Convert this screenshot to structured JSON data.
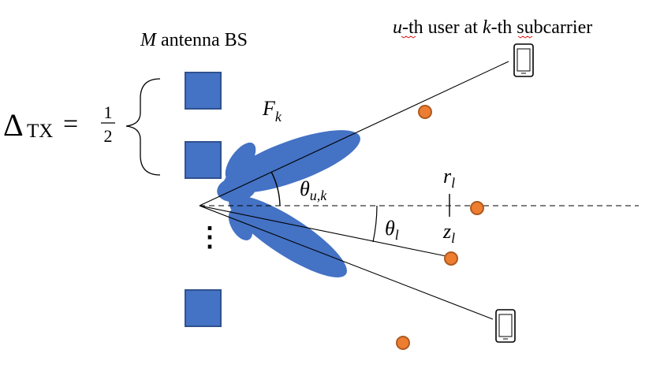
{
  "labels": {
    "bs": "M antenna BS",
    "bs_var": "M",
    "bs_rest": " antenna BS",
    "user_u": "u",
    "user_mid": "-th user at ",
    "user_k": "k",
    "user_end": "-th subcarrier",
    "delta_symbol": "Δ",
    "delta_sub": "TX",
    "delta_eq": "=",
    "delta_num": "1",
    "delta_den": "2",
    "beam_var": "F",
    "beam_sub": "k",
    "angle_user_var": "θ",
    "angle_user_sub": "u,k",
    "angle_scatter_var": "θ",
    "angle_scatter_sub": "l",
    "range_var": "r",
    "range_sub": "l",
    "z_var": "z",
    "z_sub": "l",
    "dots": "⋮"
  },
  "colors": {
    "antenna_fill": "#4472c4",
    "antenna_stroke": "#2f528f",
    "beam_fill": "#4472c4",
    "scatterer_fill": "#ed7d31",
    "scatterer_stroke": "#ae5a21",
    "lines": "#000000"
  },
  "icons": {
    "user_device": "smartphone-icon",
    "scatterer": "circle-dot"
  }
}
